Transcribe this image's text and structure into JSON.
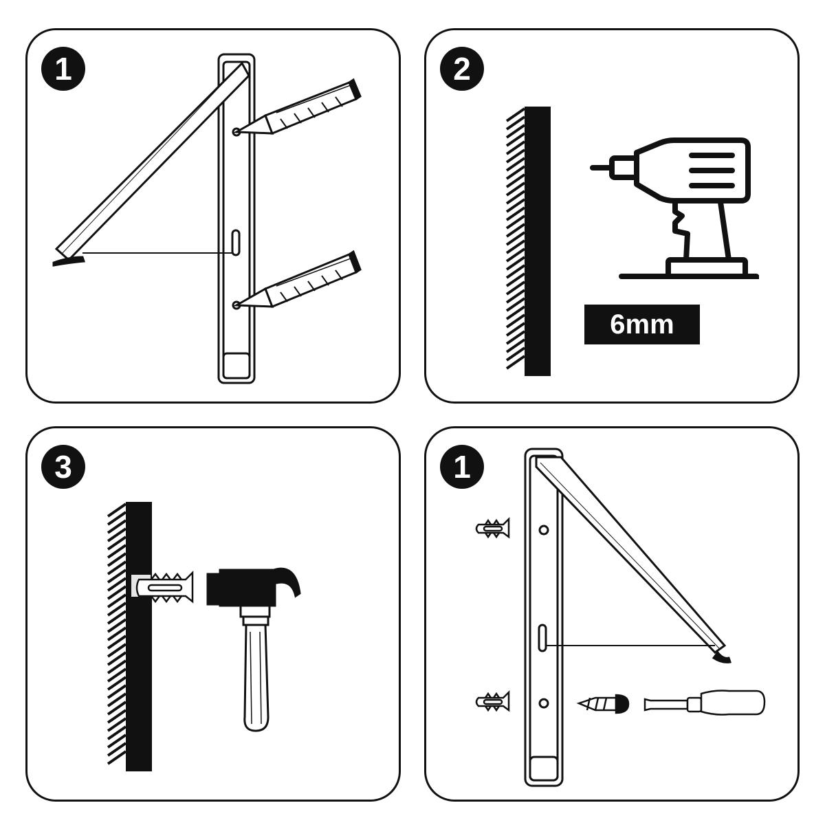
{
  "steps": [
    {
      "number": "1"
    },
    {
      "number": "2",
      "drill_size": "6mm"
    },
    {
      "number": "3"
    },
    {
      "number": "1"
    }
  ],
  "colors": {
    "ink": "#111111",
    "paper": "#ffffff",
    "plug": "#e6e6e6"
  },
  "icons": [
    "pencil-icon",
    "drill-icon",
    "hammer-icon",
    "wall-plug-icon",
    "screw-icon",
    "screwdriver-icon",
    "wall-icon",
    "bracket-icon"
  ]
}
